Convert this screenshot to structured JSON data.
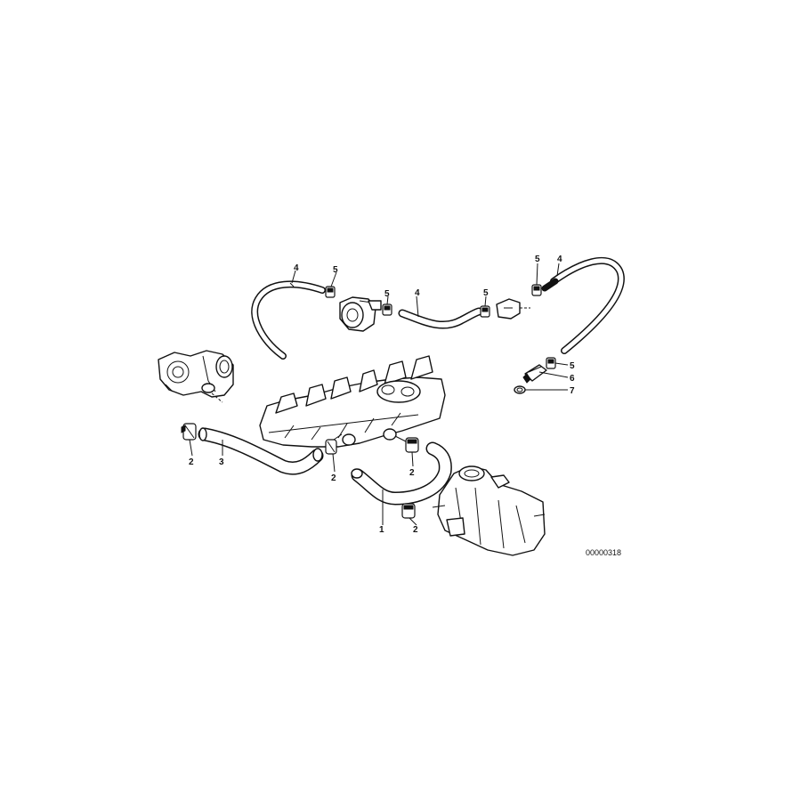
{
  "callouts": {
    "hose_1": "1",
    "clamp_2a": "2",
    "hose_3": "3",
    "clamp_2b": "2",
    "clamp_2c": "2",
    "clamp_2d": "2",
    "hose_4a": "4",
    "clip_5a": "5",
    "clip_5b": "5",
    "hose_4b": "4",
    "clip_5c": "5",
    "clip_5d": "5",
    "hose_4c": "4",
    "clip_5e": "5",
    "connector_6": "6",
    "seal_7": "7"
  },
  "reference_code": "00000318"
}
